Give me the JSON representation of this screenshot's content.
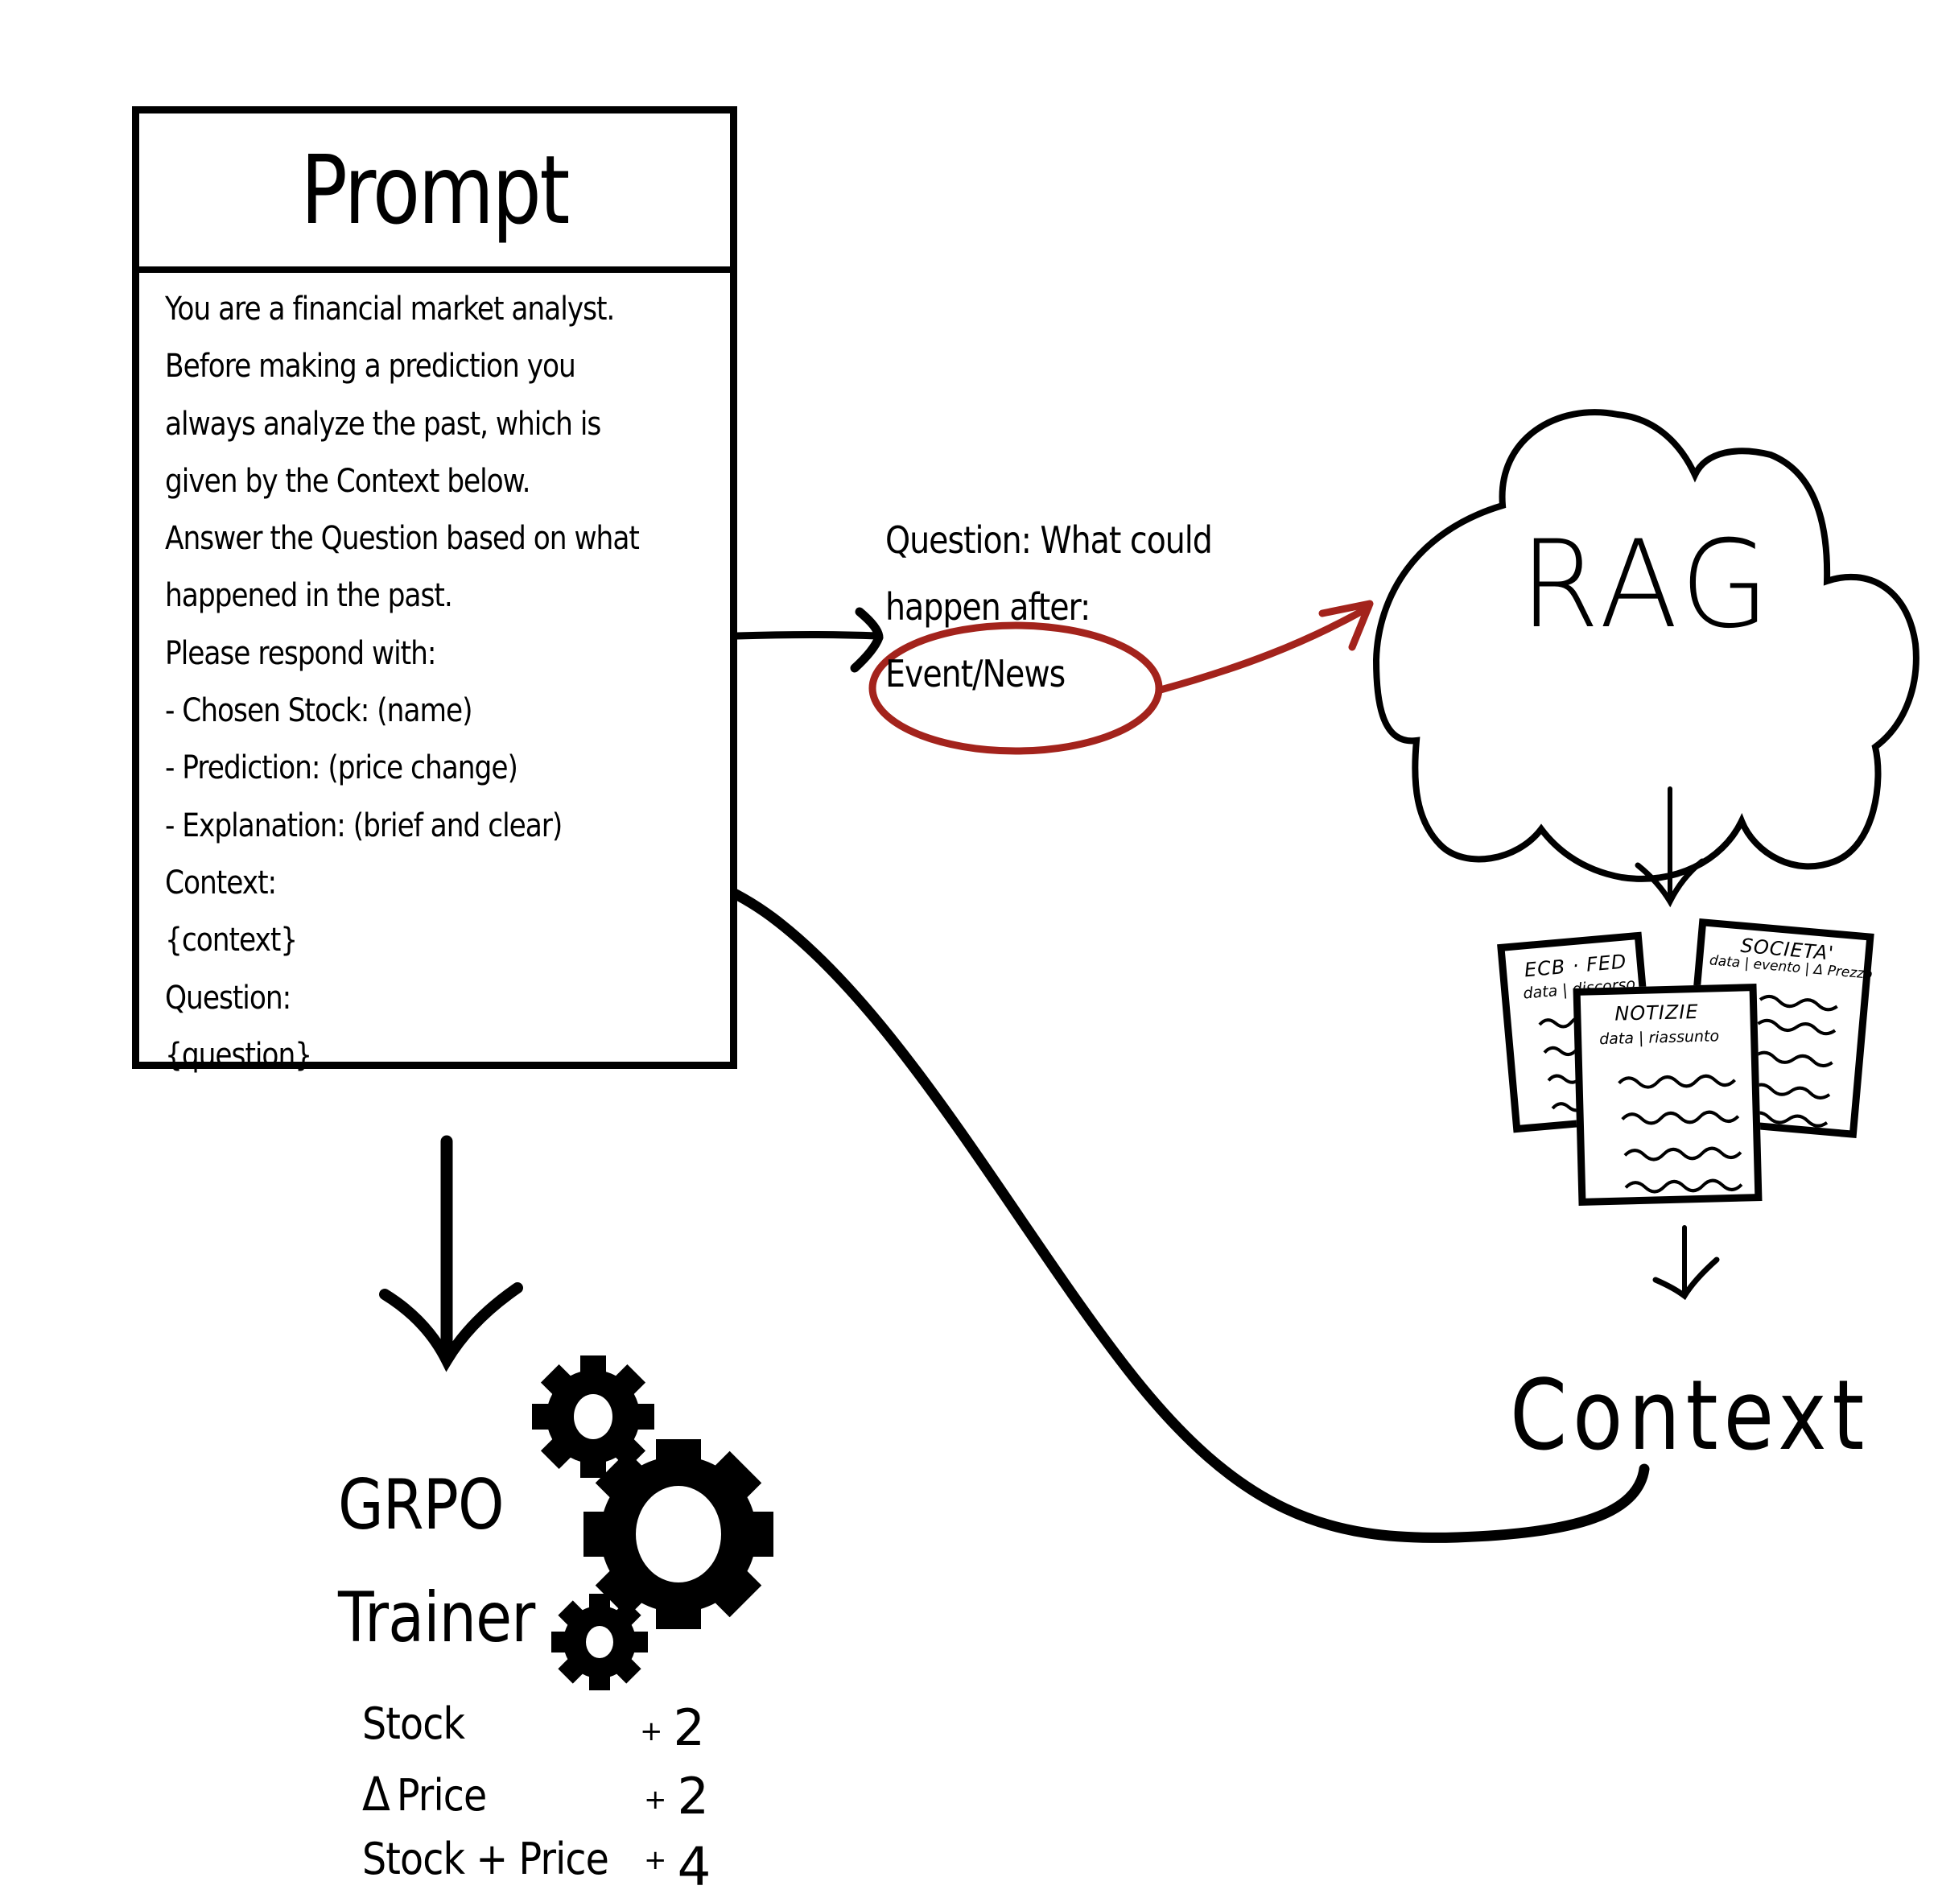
{
  "prompt": {
    "title": "Prompt",
    "lines": [
      "You are a financial market analyst.",
      "Before making a prediction you",
      "always analyze the past, which is",
      "given by the Context below.",
      "Answer the Question based on what",
      "happened in the past.",
      "Please respond with:",
      "- Chosen Stock: (name)",
      "- Prediction: (price change)",
      "- Explanation: (brief and clear)",
      "Context:",
      "{context}",
      "Question:",
      "{question}"
    ]
  },
  "question": {
    "lines": [
      "Question: What could",
      "happen after:"
    ],
    "highlight": "Event/News"
  },
  "rag": {
    "label": "RAG"
  },
  "documents": [
    {
      "title": "ECB · FED",
      "subtitle": "data | discorso"
    },
    {
      "title": "SOCIETA'",
      "subtitle": "data | evento | Δ Prezzo"
    },
    {
      "title": "NOTIZIE",
      "subtitle": "data | riassunto"
    }
  ],
  "context": {
    "label": "Context"
  },
  "trainer": {
    "line1": "GRPO",
    "line2": "Trainer",
    "rewards": [
      {
        "label": "Stock",
        "sign": "+",
        "value": "2"
      },
      {
        "label": "Price",
        "prefix": "Δ",
        "sign": "+",
        "value": "2"
      },
      {
        "label": "Stock + Price",
        "sign": "+",
        "value": "4"
      }
    ]
  },
  "colors": {
    "ink": "#000000",
    "highlight": "#a3231c",
    "background": "#ffffff"
  }
}
